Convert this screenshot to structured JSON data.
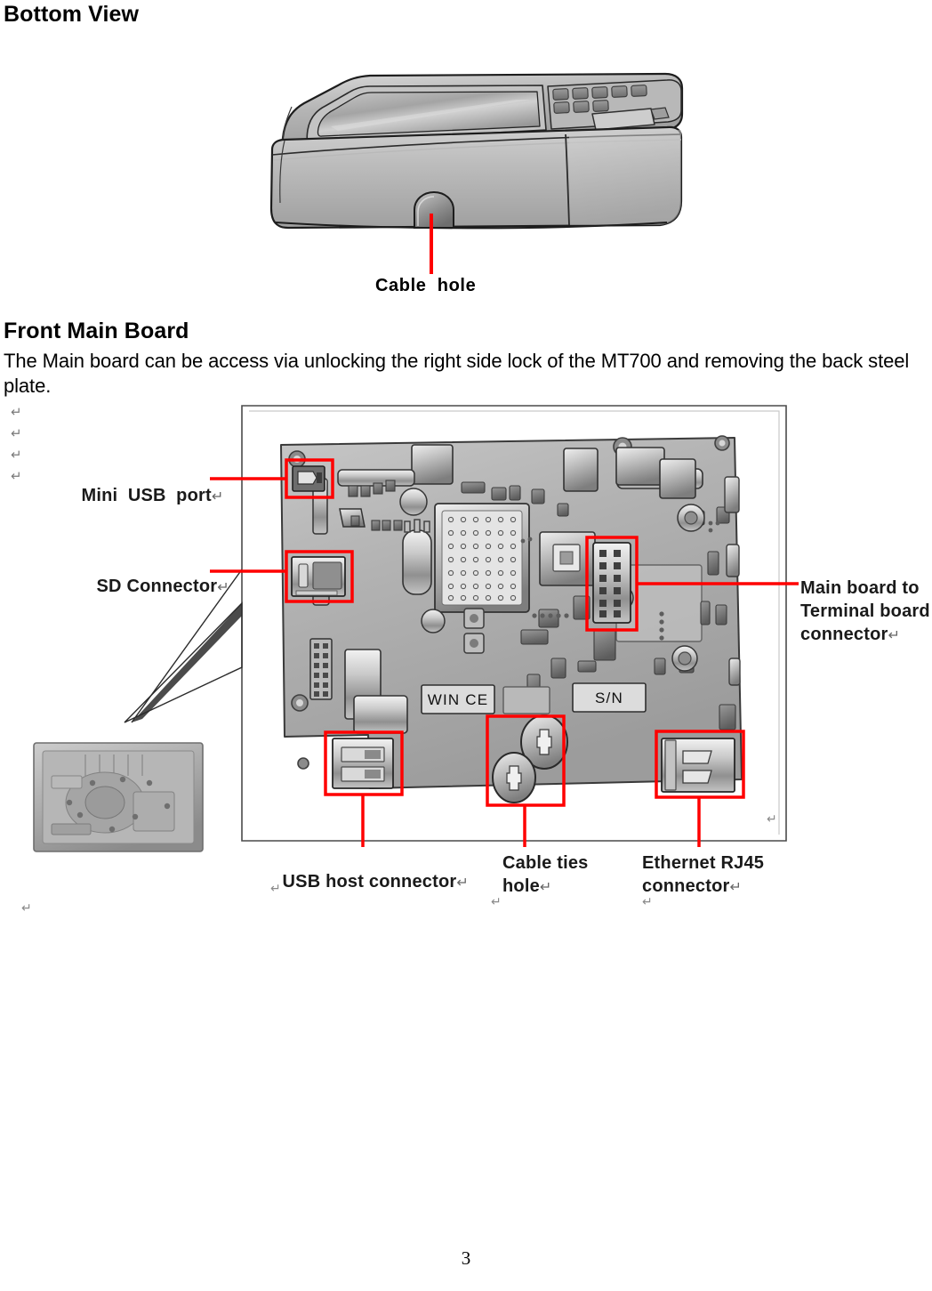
{
  "document": {
    "page_number": "3"
  },
  "sections": {
    "bottom_view": {
      "heading": "Bottom View",
      "figure_caption": "Cable  hole",
      "figure_name": "terminal-bottom-view-illustration"
    },
    "front_main_board": {
      "heading": "Front Main Board",
      "paragraph": "The Main board can be access via unlocking the right side lock of the MT700 and removing the back steel plate."
    }
  },
  "board_figure": {
    "silkscreen": {
      "os_label": "WIN CE",
      "serial_label": "S/N"
    },
    "callouts": {
      "mini_usb": "Mini  USB  port",
      "sd_connector": "SD Connector",
      "main_to_terminal_line1": "Main board to",
      "main_to_terminal_line2": "Terminal board",
      "main_to_terminal_line3": "connector",
      "usb_host": "USB host connector",
      "cable_ties_line1": "Cable ties",
      "cable_ties_line2": "hole",
      "ethernet_line1": "Ethernet RJ45",
      "ethernet_line2": "connector"
    },
    "marks": {
      "pilcrow": "↵"
    }
  },
  "colors": {
    "callout_red": "#FF0000",
    "text_black": "#000000",
    "board_gray": "#AFAFAF",
    "mark_gray": "#7A7A7A"
  }
}
